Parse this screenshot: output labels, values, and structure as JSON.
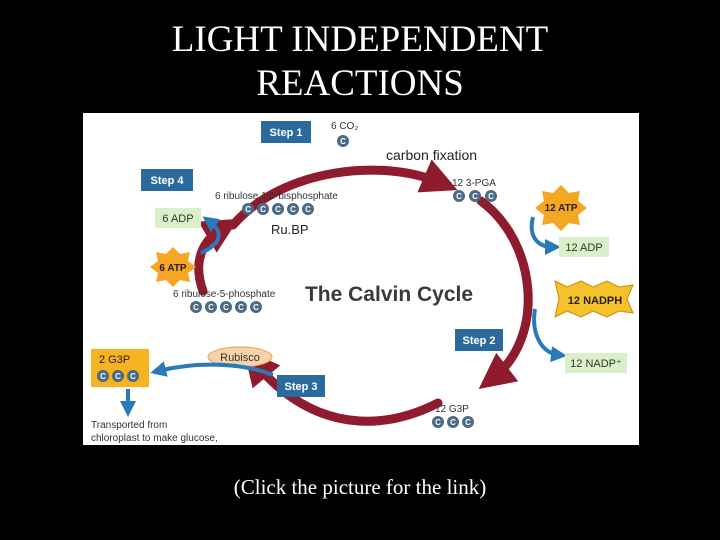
{
  "slide": {
    "title_line1": "LIGHT INDEPENDENT",
    "title_line2": "REACTIONS",
    "caption": "(Click the picture for the link)"
  },
  "diagram": {
    "center_title": "The Calvin Cycle",
    "steps": {
      "step1": "Step 1",
      "step2": "Step 2",
      "step3": "Step 3",
      "step4": "Step 4"
    },
    "labels": {
      "co2": "6 CO₂",
      "carbon_fixation": "carbon fixation",
      "pga": "12 3-PGA",
      "rubp_full": "6 ribulose 1,5-bisphosphate",
      "rubp": "Ru.BP",
      "r5p": "6 ribulose-5-phosphate",
      "g3p_12": "12 G3P",
      "g3p_2": "2 G3P",
      "rubisco": "Rubisco",
      "transported_1": "Transported from",
      "transported_2": "chloroplast to make glucose,"
    },
    "molecules": {
      "atp_12": "12 ATP",
      "adp_12": "12 ADP",
      "nadph_12": "12 NADPH",
      "nadp_12": "12 NADP⁺",
      "atp_6": "6 ATP",
      "adp_6": "6 ADP"
    },
    "carbon_letter": "C",
    "colors": {
      "cycle_arrow": "#8e1b2e",
      "step_box": "#2b6a9c",
      "atp_star": "#f5a623",
      "nadph_star": "#f6c22c",
      "adp_box": "#d9f0c9",
      "carbon": "#4a6a86",
      "blue_arrow": "#2a7ab8"
    }
  }
}
